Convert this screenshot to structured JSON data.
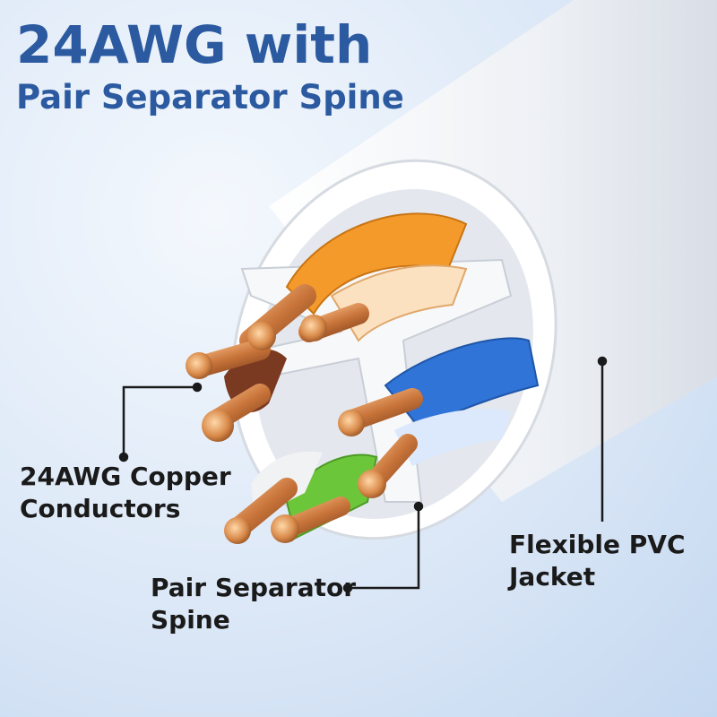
{
  "headline": {
    "line1": "24AWG with",
    "line2": "Pair Separator Spine"
  },
  "callouts": {
    "copper": {
      "line1": "24AWG Copper",
      "line2": "Conductors"
    },
    "spine": {
      "line1": "Pair Separator",
      "line2": "Spine"
    },
    "jacket": {
      "line1": "Flexible PVC",
      "line2": "Jacket"
    }
  },
  "colors": {
    "headline": "#2c5aa0",
    "jacket": "#f5f6f8",
    "pair_orange": "#f39a2b",
    "pair_brown": "#7a3a22",
    "pair_blue": "#2f74d6",
    "pair_green": "#6cc63a",
    "copper": "#d98a4a"
  }
}
